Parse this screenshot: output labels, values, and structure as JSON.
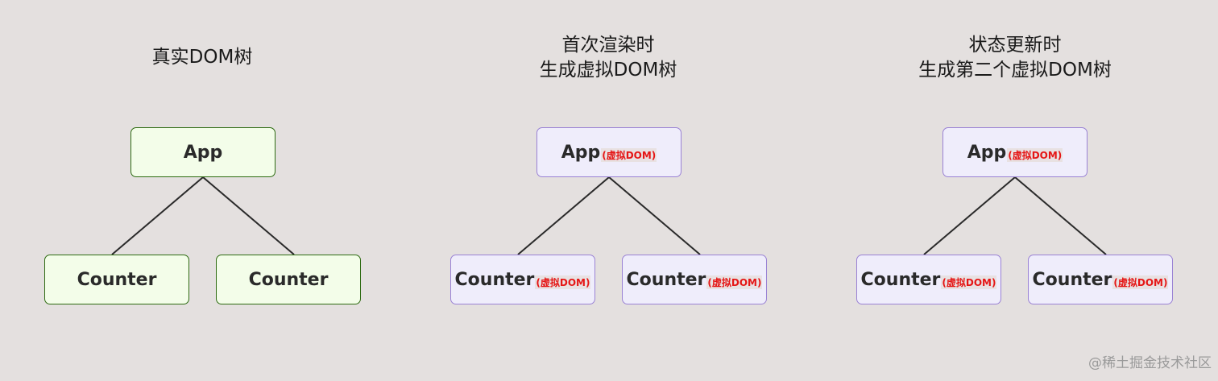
{
  "panels": [
    {
      "title_lines": [
        "真实DOM树"
      ],
      "root": {
        "label": "App",
        "tag": ""
      },
      "children": [
        {
          "label": "Counter",
          "tag": ""
        },
        {
          "label": "Counter",
          "tag": ""
        }
      ],
      "style": "real"
    },
    {
      "title_lines": [
        "首次渲染时",
        "生成虚拟DOM树"
      ],
      "root": {
        "label": "App",
        "tag": "(虚拟DOM)"
      },
      "children": [
        {
          "label": "Counter",
          "tag": "(虚拟DOM)"
        },
        {
          "label": "Counter",
          "tag": "(虚拟DOM)"
        }
      ],
      "style": "virtual"
    },
    {
      "title_lines": [
        "状态更新时",
        "生成第二个虚拟DOM树"
      ],
      "root": {
        "label": "App",
        "tag": "(虚拟DOM)"
      },
      "children": [
        {
          "label": "Counter",
          "tag": "(虚拟DOM)"
        },
        {
          "label": "Counter",
          "tag": "(虚拟DOM)"
        }
      ],
      "style": "virtual"
    }
  ],
  "colors": {
    "background": "#e4e0df",
    "real_fill": "#f3fde9",
    "real_border": "#2e6b12",
    "virtual_fill": "#efedfb",
    "virtual_border": "#9a82d4",
    "tag_text": "#e51616",
    "edge": "#2a2a2a"
  },
  "watermark": "@稀土掘金技术社区"
}
